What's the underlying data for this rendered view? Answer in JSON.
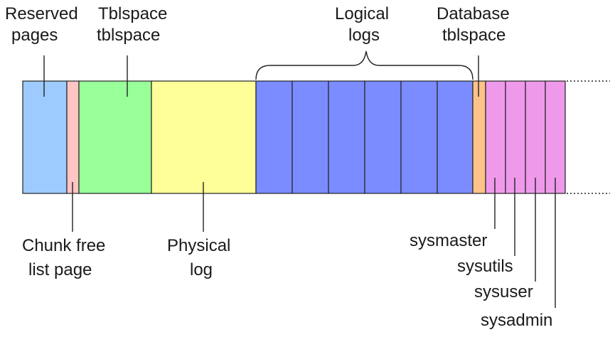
{
  "labels": {
    "reserved": [
      "Reserved",
      "pages"
    ],
    "tblspace": [
      "Tblspace",
      "tblspace"
    ],
    "logical": [
      "Logical",
      "logs"
    ],
    "database": [
      "Database",
      "tblspace"
    ],
    "chunk_free": [
      "Chunk free",
      "list page"
    ],
    "physical": [
      "Physical",
      "log"
    ],
    "sysmaster": "sysmaster",
    "sysutils": "sysutils",
    "sysuser": "sysuser",
    "sysadmin": "sysadmin"
  },
  "colors": {
    "reserved": "#9dcbff",
    "chunk_free": "#ffc4c4",
    "tblspace": "#99ff99",
    "physical": "#ffff99",
    "logical": "#7a8cff",
    "database": "#ffc38a",
    "sysdb": "#ef99ea"
  }
}
